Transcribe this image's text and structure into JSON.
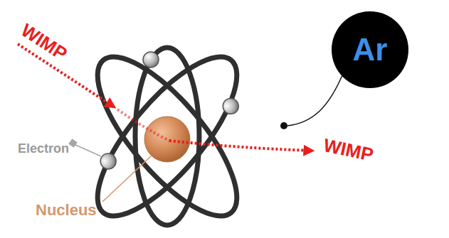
{
  "diagram": {
    "nodes": [
      {
        "text": [
          "Ar"
        ]
      }
    ],
    "labels": [
      "WIMP",
      "Electron",
      "WIMP",
      "Nucleus"
    ]
  }
}
